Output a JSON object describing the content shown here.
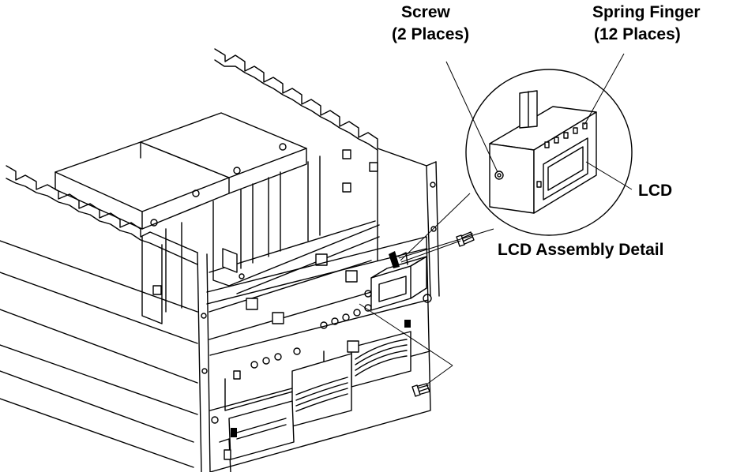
{
  "callouts": {
    "screw": {
      "line1": "Screw",
      "line2": "(2 Places)"
    },
    "spring_finger": {
      "line1": "Spring Finger",
      "line2": "(12 Places)"
    },
    "lcd": "LCD",
    "detail_title": "LCD Assembly Detail"
  },
  "stroke_color": "#000000",
  "background_color": "#ffffff"
}
